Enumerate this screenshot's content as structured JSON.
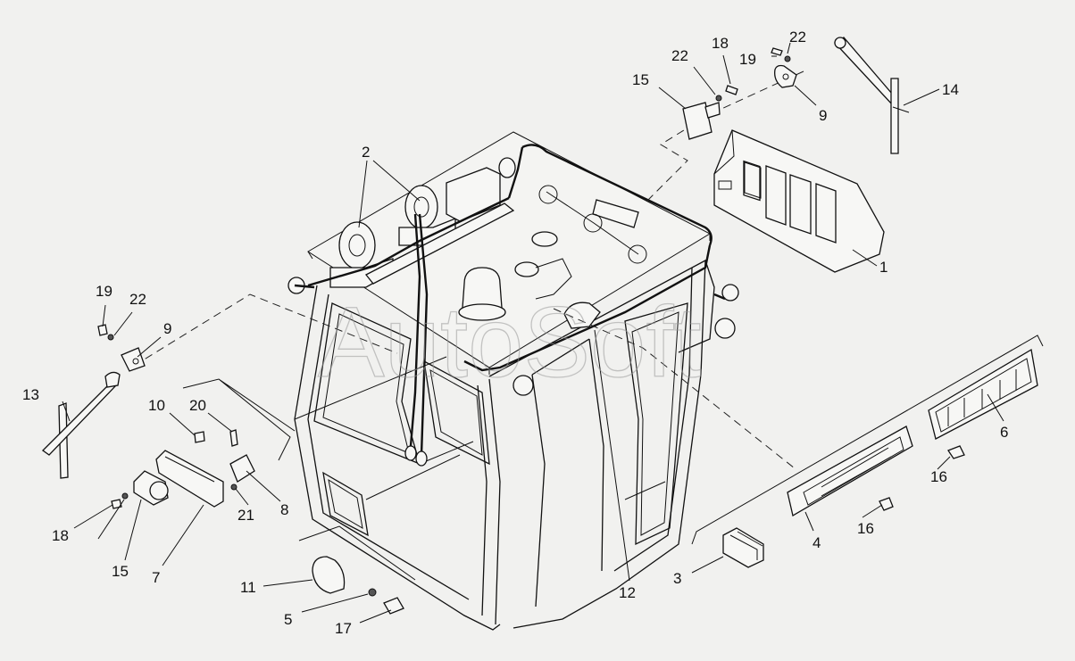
{
  "watermark": "AutoSoft",
  "callouts": [
    {
      "id": "c2",
      "text": "2"
    },
    {
      "id": "c1",
      "text": "1"
    },
    {
      "id": "c3",
      "text": "3"
    },
    {
      "id": "c4",
      "text": "4"
    },
    {
      "id": "c5",
      "text": "5"
    },
    {
      "id": "c6",
      "text": "6"
    },
    {
      "id": "c7",
      "text": "7"
    },
    {
      "id": "c8",
      "text": "8"
    },
    {
      "id": "c9a",
      "text": "9"
    },
    {
      "id": "c9b",
      "text": "9"
    },
    {
      "id": "c10",
      "text": "10"
    },
    {
      "id": "c11",
      "text": "11"
    },
    {
      "id": "c12",
      "text": "12"
    },
    {
      "id": "c13",
      "text": "13"
    },
    {
      "id": "c14",
      "text": "14"
    },
    {
      "id": "c15a",
      "text": "15"
    },
    {
      "id": "c15b",
      "text": "15"
    },
    {
      "id": "c16a",
      "text": "16"
    },
    {
      "id": "c16b",
      "text": "16"
    },
    {
      "id": "c17",
      "text": "17"
    },
    {
      "id": "c18a",
      "text": "18"
    },
    {
      "id": "c18b",
      "text": "18"
    },
    {
      "id": "c19a",
      "text": "19"
    },
    {
      "id": "c19b",
      "text": "19"
    },
    {
      "id": "c20",
      "text": "20"
    },
    {
      "id": "c21",
      "text": "21"
    },
    {
      "id": "c22a",
      "text": "22"
    },
    {
      "id": "c22b",
      "text": "22"
    },
    {
      "id": "c22c",
      "text": "22"
    }
  ]
}
